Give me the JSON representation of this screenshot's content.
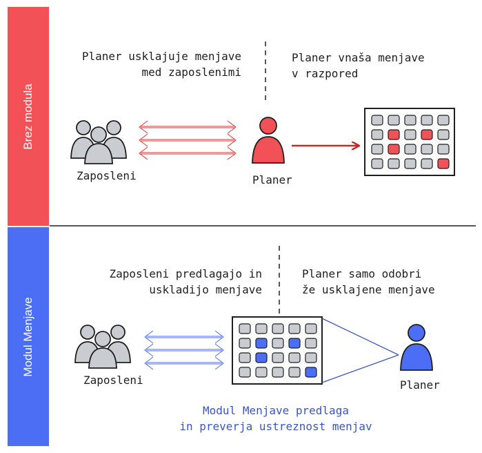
{
  "sections": {
    "top_label": "Brez modula",
    "bottom_label": "Modul Menjave"
  },
  "top": {
    "left_text_line1": "Planer usklajuje menjave",
    "left_text_line2": "med zaposlenimi",
    "right_text_line1": "Planer vnaša menjave",
    "right_text_line2": "v razpored",
    "employees_label": "Zaposleni",
    "planner_label": "Planer"
  },
  "bottom": {
    "left_text_line1": "Zaposleni predlagajo in",
    "left_text_line2": "uskladijo menjave",
    "right_text_line1": "Planer samo odobri",
    "right_text_line2": "že usklajene menjave",
    "employees_label": "Zaposleni",
    "planner_label": "Planer",
    "module_text_line1": "Modul Menjave predlaga",
    "module_text_line2": "in preverja ustreznost menjav"
  },
  "colors": {
    "red": "#f25257",
    "blue": "#4c6ef5",
    "gray": "#c9cdd2",
    "text_blue": "#3a55c8"
  }
}
